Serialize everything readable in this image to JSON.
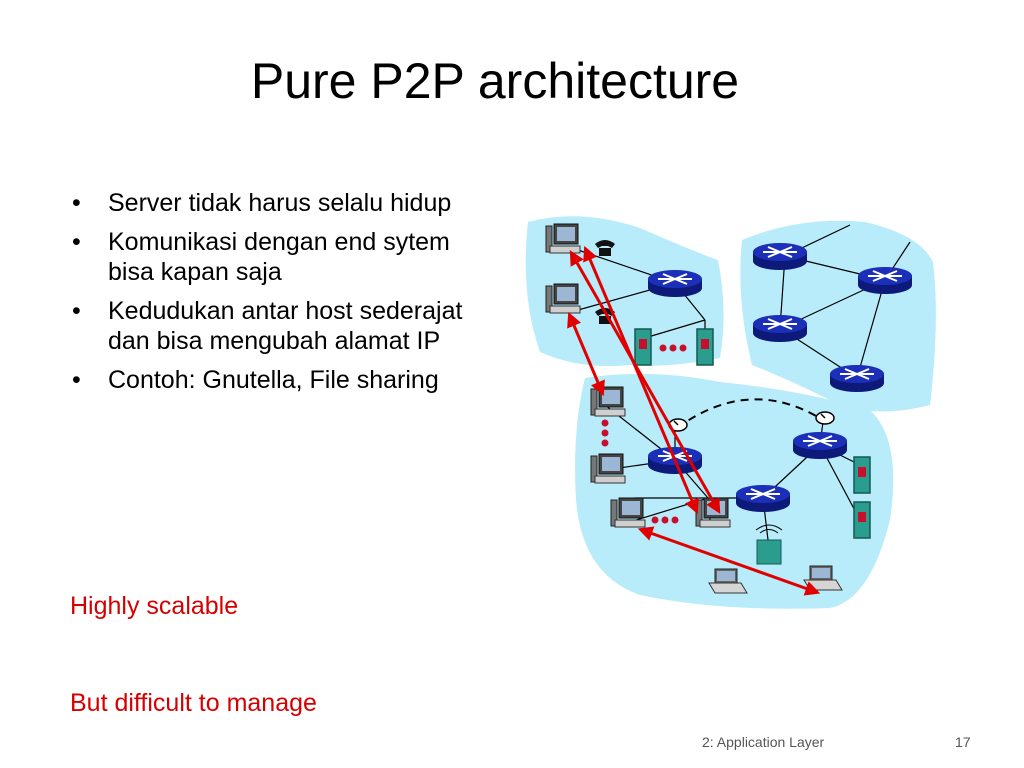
{
  "slide": {
    "title": "Pure P2P architecture",
    "bullets": [
      "Server tidak harus selalu hidup",
      "Komunikasi dengan end sytem bisa kapan saja",
      "Kedudukan antar host sederajat dan bisa mengubah alamat IP",
      "Contoh: Gnutella, File sharing"
    ],
    "highlight_1": "Highly scalable",
    "highlight_2": "But difficult to manage"
  },
  "footer": {
    "section": "2: Application Layer",
    "page": "17"
  },
  "colors": {
    "network_fill": "#b8ecfa",
    "router_fill": "#1b2fb8",
    "server_fill": "#2a9d8f",
    "server_slot": "#c8102e",
    "p2p_arrow": "#e00000",
    "highlight_text": "#d60000"
  },
  "icons": [
    "router-icon",
    "desktop-host-icon",
    "telephone-icon",
    "server-icon",
    "laptop-icon",
    "satellite-dish-icon",
    "wireless-access-point-icon"
  ]
}
